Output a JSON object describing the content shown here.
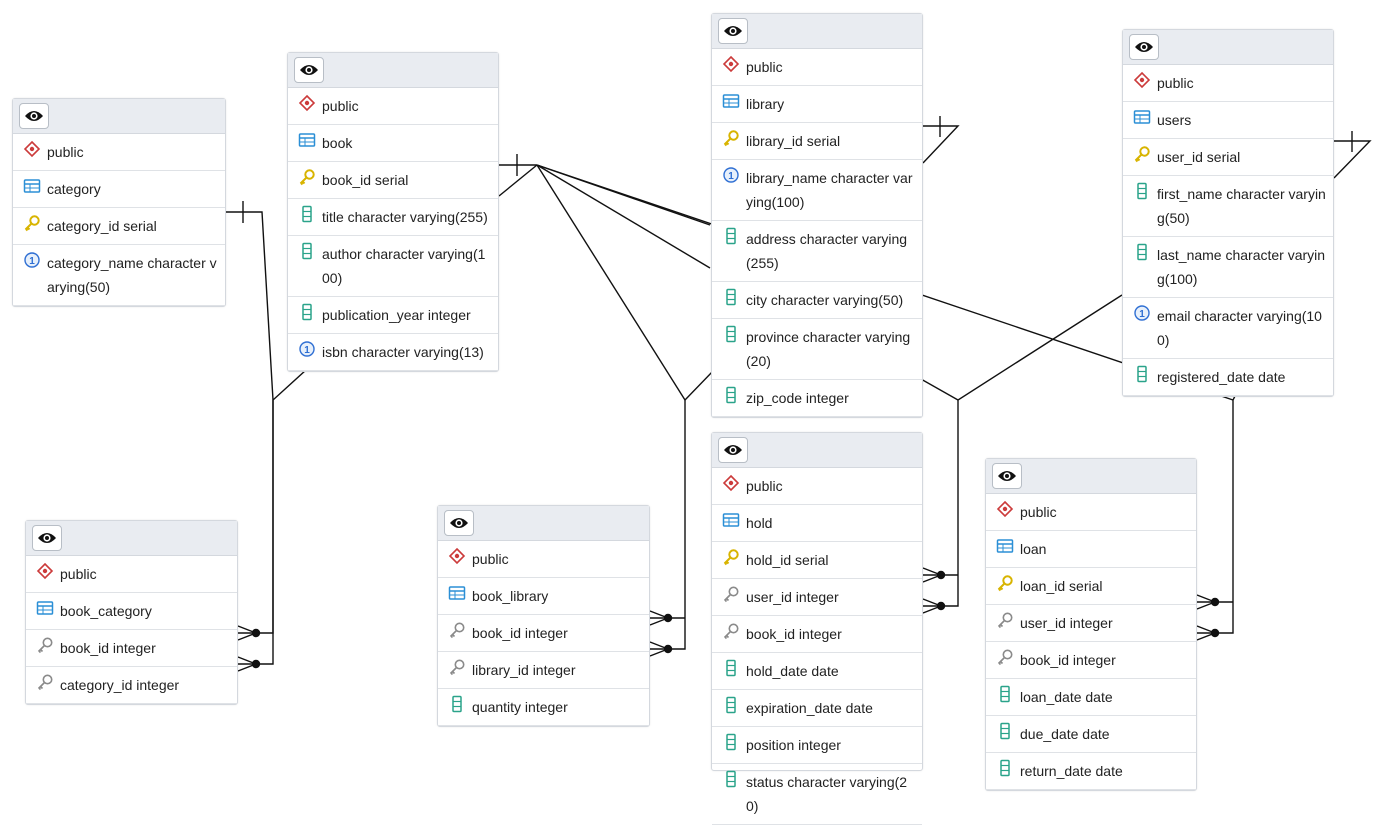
{
  "colors": {
    "schema": "#cc3b3b",
    "table": "#2b8fd6",
    "pk": "#d8b400",
    "fk": "#8a8a8a",
    "column": "#2aa38a",
    "unique": "#2f6fd3"
  },
  "tables": {
    "category": {
      "schema": "public",
      "name": "category",
      "columns": [
        {
          "icon": "pk",
          "text": "category_id serial"
        },
        {
          "icon": "unique",
          "text": "category_name character varying(50)"
        }
      ]
    },
    "book": {
      "schema": "public",
      "name": "book",
      "columns": [
        {
          "icon": "pk",
          "text": "book_id serial"
        },
        {
          "icon": "column",
          "text": "title character varying(255)"
        },
        {
          "icon": "column",
          "text": "author character varying(100)"
        },
        {
          "icon": "column",
          "text": "publication_year integer"
        },
        {
          "icon": "unique",
          "text": "isbn character varying(13)"
        }
      ]
    },
    "library": {
      "schema": "public",
      "name": "library",
      "columns": [
        {
          "icon": "pk",
          "text": "library_id serial"
        },
        {
          "icon": "unique",
          "text": "library_name character varying(100)"
        },
        {
          "icon": "column",
          "text": "address character varying(255)"
        },
        {
          "icon": "column",
          "text": "city character varying(50)"
        },
        {
          "icon": "column",
          "text": "province character varying(20)"
        },
        {
          "icon": "column",
          "text": "zip_code integer"
        }
      ]
    },
    "users": {
      "schema": "public",
      "name": "users",
      "columns": [
        {
          "icon": "pk",
          "text": "user_id serial"
        },
        {
          "icon": "column",
          "text": "first_name character varying(50)"
        },
        {
          "icon": "column",
          "text": "last_name character varying(100)"
        },
        {
          "icon": "unique",
          "text": "email character varying(100)"
        },
        {
          "icon": "column",
          "text": "registered_date date"
        }
      ]
    },
    "book_category": {
      "schema": "public",
      "name": "book_category",
      "columns": [
        {
          "icon": "fk",
          "text": "book_id integer"
        },
        {
          "icon": "fk",
          "text": "category_id integer"
        }
      ]
    },
    "book_library": {
      "schema": "public",
      "name": "book_library",
      "columns": [
        {
          "icon": "fk",
          "text": "book_id integer"
        },
        {
          "icon": "fk",
          "text": "library_id integer"
        },
        {
          "icon": "column",
          "text": "quantity integer"
        }
      ]
    },
    "hold": {
      "schema": "public",
      "name": "hold",
      "columns": [
        {
          "icon": "pk",
          "text": "hold_id serial"
        },
        {
          "icon": "fk",
          "text": "user_id integer"
        },
        {
          "icon": "fk",
          "text": "book_id integer"
        },
        {
          "icon": "column",
          "text": "hold_date date"
        },
        {
          "icon": "column",
          "text": "expiration_date date"
        },
        {
          "icon": "column",
          "text": "position integer"
        },
        {
          "icon": "column",
          "text": "status character varying(20)"
        }
      ]
    },
    "loan": {
      "schema": "public",
      "name": "loan",
      "columns": [
        {
          "icon": "pk",
          "text": "loan_id serial"
        },
        {
          "icon": "fk",
          "text": "user_id integer"
        },
        {
          "icon": "fk",
          "text": "book_id integer"
        },
        {
          "icon": "column",
          "text": "loan_date date"
        },
        {
          "icon": "column",
          "text": "due_date date"
        },
        {
          "icon": "column",
          "text": "return_date date"
        }
      ]
    }
  },
  "relationships": [
    {
      "from": "category.category_id",
      "to": "book_category.category_id"
    },
    {
      "from": "book.book_id",
      "to": "book_category.book_id"
    },
    {
      "from": "book.book_id",
      "to": "book_library.book_id"
    },
    {
      "from": "book.book_id",
      "to": "hold.book_id"
    },
    {
      "from": "book.book_id",
      "to": "loan.book_id"
    },
    {
      "from": "library.library_id",
      "to": "book_library.library_id"
    },
    {
      "from": "users.user_id",
      "to": "hold.user_id"
    },
    {
      "from": "users.user_id",
      "to": "loan.user_id"
    }
  ]
}
